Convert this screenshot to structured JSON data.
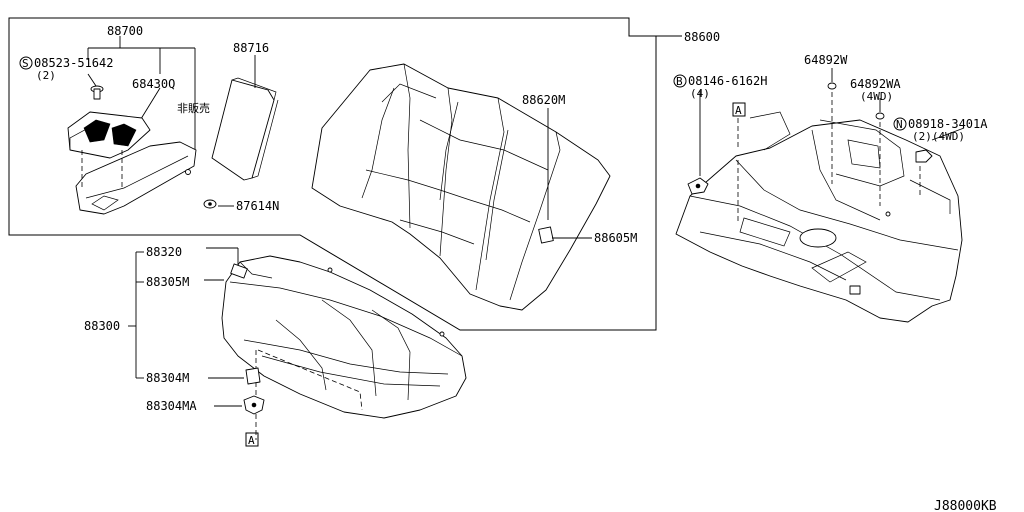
{
  "labels": {
    "p88700": "88700",
    "p08523": "08523-51642",
    "p08523_qty": "(2)",
    "s_mark": "S",
    "p68430q": "68430Q",
    "p_hanbai": "非販売",
    "p88716": "88716",
    "p87614n": "87614N",
    "p88600": "88600",
    "p88620m": "88620M",
    "p88605m": "88605M",
    "p88320": "88320",
    "p88305m": "88305M",
    "p88300": "88300",
    "p88304m": "88304M",
    "p88304ma": "88304MA",
    "ref_a_lower": "A",
    "b_mark": "B",
    "p08146": "08146-6162H",
    "p08146_qty": "(4)",
    "p64892w": "64892W",
    "p64892wa": "64892WA",
    "p64892wa_note": "(4WD)",
    "n_mark": "N",
    "p08918": "08918-3401A",
    "p08918_note": "(2)(4WD)",
    "ref_a_floor": "A"
  },
  "diagram_code": "J88000KB"
}
